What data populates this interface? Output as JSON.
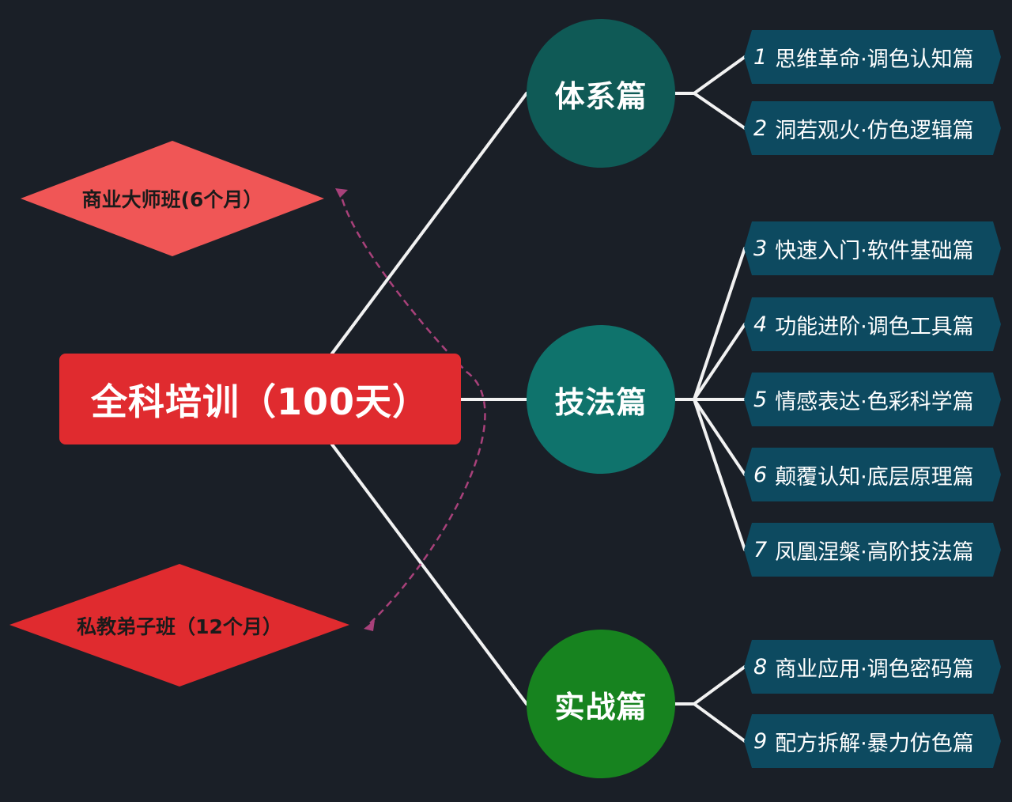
{
  "root": {
    "label": "全科培训（100天）"
  },
  "programs": [
    {
      "label": "商业大师班(6个月）",
      "color": "#f05656"
    },
    {
      "label": "私教弟子班（12个月）",
      "color": "#e02b2f"
    }
  ],
  "branches": [
    {
      "label": "体系篇",
      "color": "#0f5a56"
    },
    {
      "label": "技法篇",
      "color": "#0f736c"
    },
    {
      "label": "实战篇",
      "color": "#17831f"
    }
  ],
  "leaves": [
    {
      "num": "1",
      "label": "思维革命·调色认知篇"
    },
    {
      "num": "2",
      "label": "洞若观火·仿色逻辑篇"
    },
    {
      "num": "3",
      "label": "快速入门·软件基础篇"
    },
    {
      "num": "4",
      "label": "功能进阶·调色工具篇"
    },
    {
      "num": "5",
      "label": "情感表达·色彩科学篇"
    },
    {
      "num": "6",
      "label": "颠覆认知·底层原理篇"
    },
    {
      "num": "7",
      "label": "凤凰涅槃·高阶技法篇"
    },
    {
      "num": "8",
      "label": "商业应用·调色密码篇"
    },
    {
      "num": "9",
      "label": "配方拆解·暴力仿色篇"
    }
  ],
  "colors": {
    "leaf_fill": "#0d4a60",
    "connector": "#f2f2f2",
    "dashed_arrow": "#a8417a"
  }
}
